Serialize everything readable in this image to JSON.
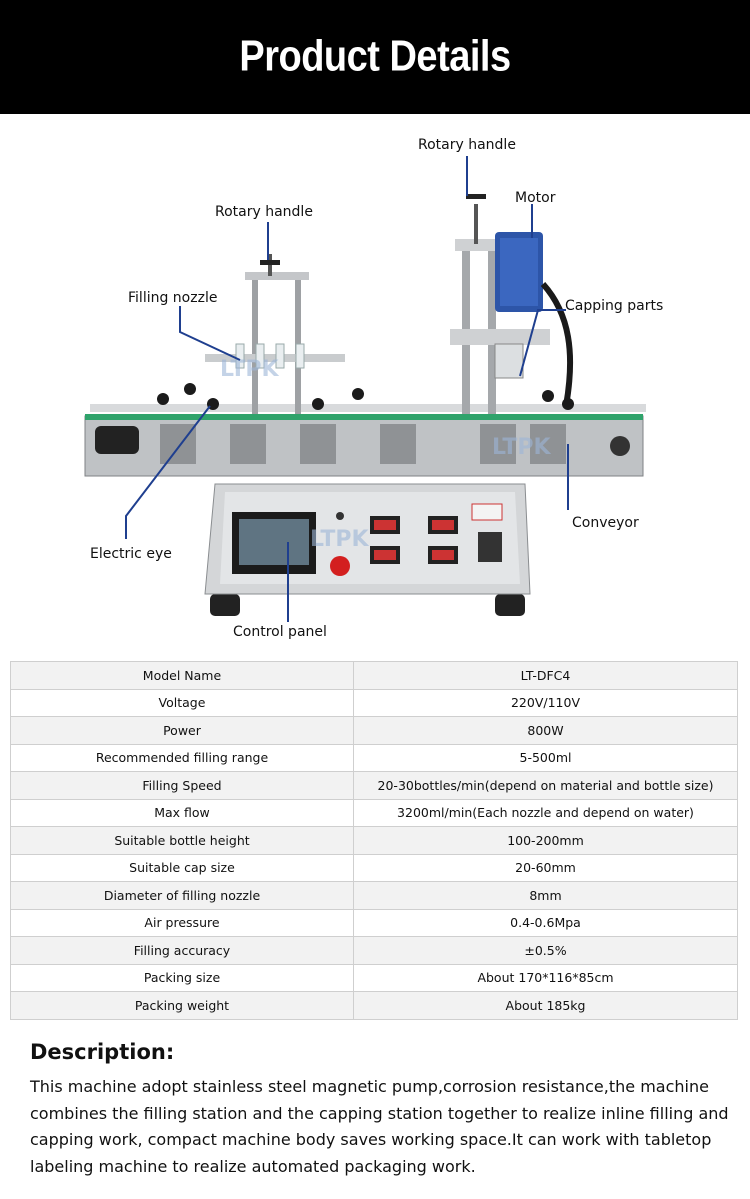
{
  "header": {
    "title": "Product Details"
  },
  "figure": {
    "watermark": "LTPK",
    "callouts": {
      "rotary_handle_right": "Rotary handle",
      "motor": "Motor",
      "rotary_handle_left": "Rotary handle",
      "filling_nozzle": "Filling nozzle",
      "capping_parts": "Capping parts",
      "conveyor": "Conveyor",
      "electric_eye": "Electric eye",
      "control_panel": "Control panel"
    },
    "colors": {
      "callout_line": "#1f3f8f",
      "steel": "#c9ccce",
      "belt": "#2fa36b"
    }
  },
  "specs": {
    "rows": [
      {
        "label": "Model Name",
        "value": "LT-DFC4"
      },
      {
        "label": "Voltage",
        "value": "220V/110V"
      },
      {
        "label": "Power",
        "value": "800W"
      },
      {
        "label": "Recommended filling range",
        "value": "5-500ml"
      },
      {
        "label": "Filling Speed",
        "value": "20-30bottles/min(depend on material and bottle size)"
      },
      {
        "label": "Max flow",
        "value": "3200ml/min(Each nozzle and depend on water)"
      },
      {
        "label": "Suitable bottle height",
        "value": "100-200mm"
      },
      {
        "label": "Suitable cap size",
        "value": "20-60mm"
      },
      {
        "label": "Diameter of filling nozzle",
        "value": "8mm"
      },
      {
        "label": "Air pressure",
        "value": "0.4-0.6Mpa"
      },
      {
        "label": "Filling accuracy",
        "value": "±0.5%"
      },
      {
        "label": "Packing size",
        "value": "About 170*116*85cm"
      },
      {
        "label": "Packing weight",
        "value": "About 185kg"
      }
    ]
  },
  "description": {
    "title": "Description:",
    "text": "This machine adopt stainless steel magnetic pump,corrosion resistance,the machine combines the filling station and the capping station together to realize inline filling and capping work, compact machine body saves working space.It can work with tabletop labeling machine to realize automated packaging work."
  }
}
